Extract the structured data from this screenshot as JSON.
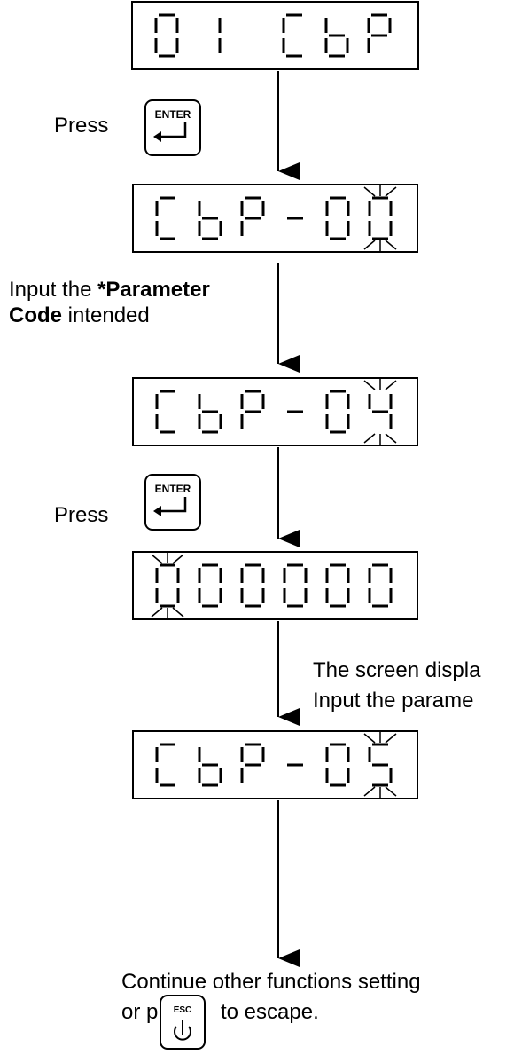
{
  "displays": [
    {
      "id": "display-1",
      "text": "01 CbP"
    },
    {
      "id": "display-2",
      "text": "CbP-00"
    },
    {
      "id": "display-3",
      "text": "CbP-04"
    },
    {
      "id": "display-4",
      "text": "000000"
    },
    {
      "id": "display-5",
      "text": "CbP-05"
    }
  ],
  "labels": {
    "press_1": "Press",
    "input_prefix": "Input the ",
    "input_bold_1": "*Parameter",
    "input_bold_2": "Code",
    "input_suffix": " intended",
    "press_2": "Press",
    "screen_line_1": "The screen displa",
    "screen_line_2": "Input the parame",
    "continue_line": "Continue other functions setting",
    "or_press": "or press",
    "to_escape": "to escape."
  },
  "keys": {
    "enter_label": "ENTER",
    "esc_label": "ESC"
  },
  "icons": {
    "enter_symbol": "return-arrow-icon",
    "esc_symbol": "power-icon"
  }
}
